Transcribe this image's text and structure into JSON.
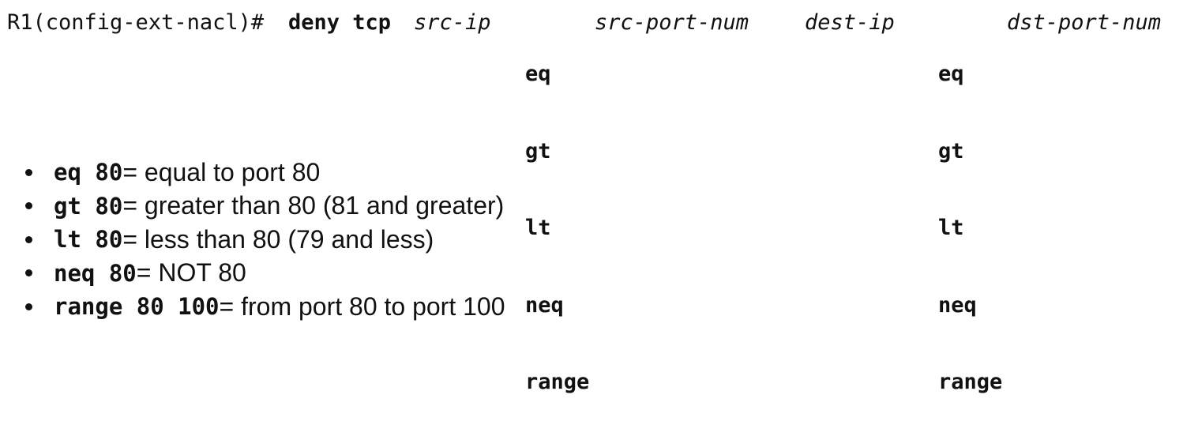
{
  "command": {
    "prompt": "R1(config-ext-nacl)#",
    "keyword": "deny tcp",
    "src_ip": "src-ip",
    "src_port": "src-port-num",
    "dest_ip": "dest-ip",
    "dst_port": "dst-port-num"
  },
  "operators_src": [
    "eq",
    "gt",
    "lt",
    "neq",
    "range"
  ],
  "operators_dst": [
    "eq",
    "gt",
    "lt",
    "neq",
    "range"
  ],
  "bullets": [
    {
      "code": "eq 80",
      "desc": " = equal to port 80"
    },
    {
      "code": "gt 80",
      "desc": " = greater than 80 (81 and greater)"
    },
    {
      "code": "lt 80",
      "desc": " = less than 80 (79 and less)"
    },
    {
      "code": "neq 80",
      "desc": " = NOT 80"
    },
    {
      "code": "range 80 100",
      "desc": " = from port 80 to port 100"
    }
  ]
}
